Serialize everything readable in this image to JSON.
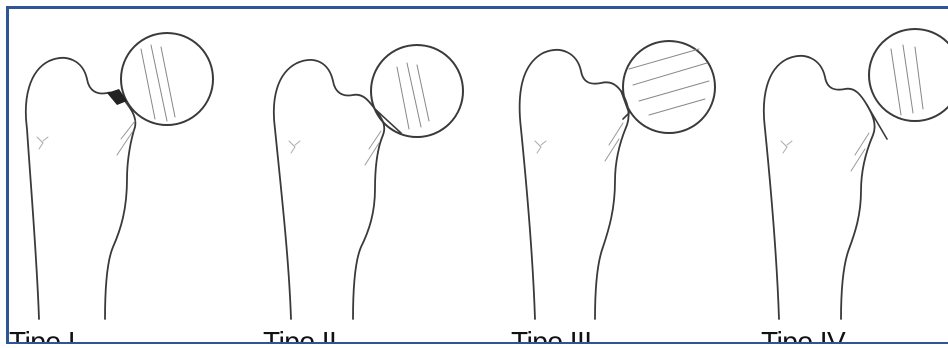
{
  "figure": {
    "labels": [
      "Tipo I",
      "Tipo II",
      "Tipo III",
      "Tipo IV"
    ]
  },
  "colors": {
    "border": "#2f5597",
    "line": "#3a3a3a"
  }
}
